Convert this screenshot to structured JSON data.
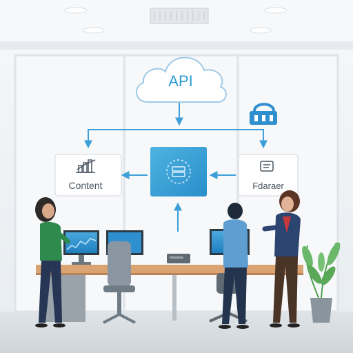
{
  "diagram": {
    "cloud_label": "API",
    "left_box_label": "Content",
    "right_box_label": "Fdaraer"
  },
  "icons": {
    "cloud": "cloud-icon",
    "lock": "padlock-icon",
    "server": "server-icon",
    "left_box": "bar-chart-icon",
    "right_box": "document-icon"
  },
  "colors": {
    "accent": "#2b9ad6",
    "line": "#3d9fd8",
    "server_fill": "#3aa6d9",
    "lock": "#2f8fcf"
  }
}
